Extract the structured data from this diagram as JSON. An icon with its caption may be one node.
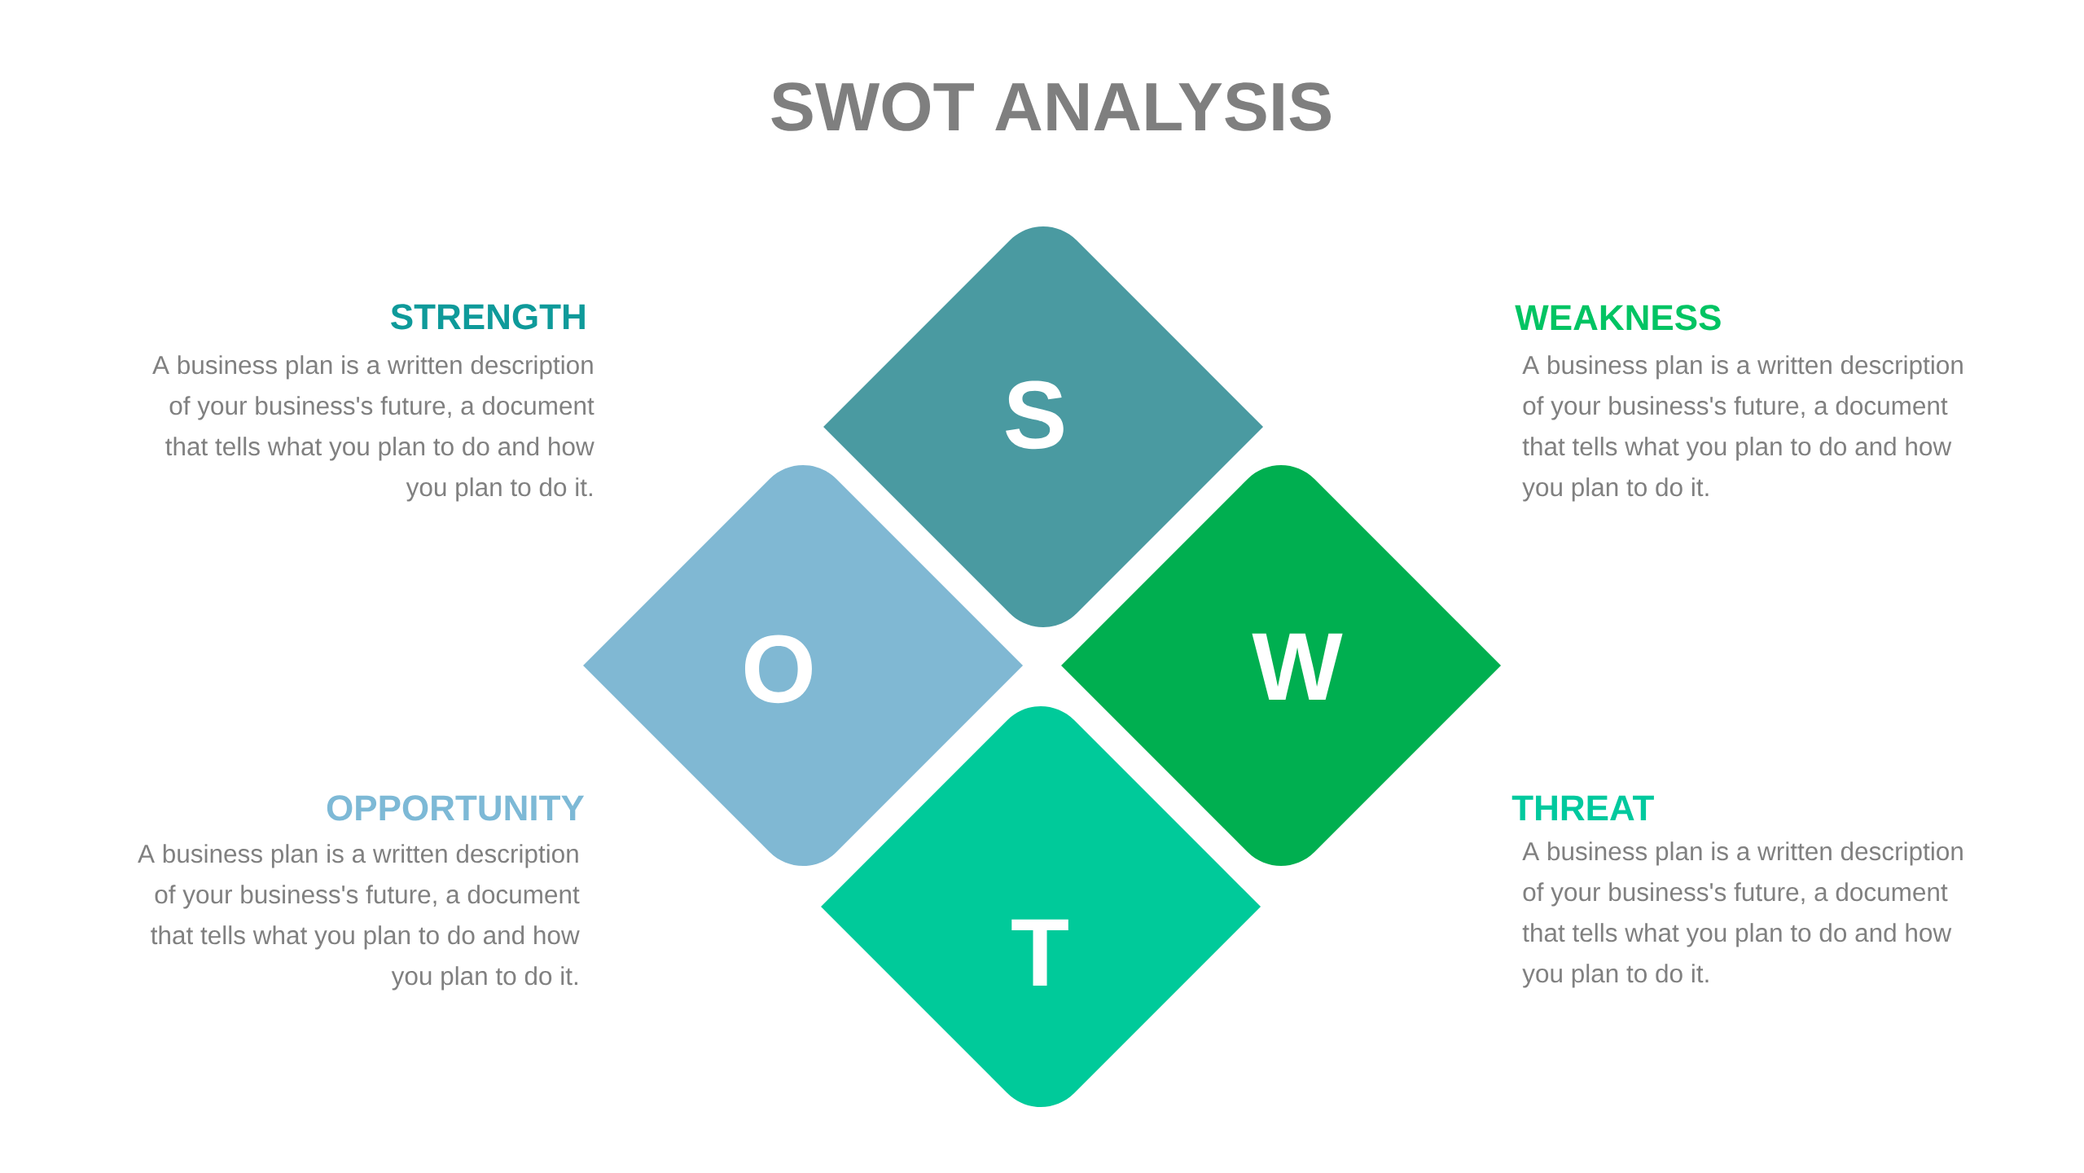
{
  "diagram": {
    "title": "SWOT ANALYSIS",
    "nodes": [
      {
        "text": [
          "S"
        ]
      },
      {
        "text": [
          "O"
        ]
      },
      {
        "text": [
          "W"
        ]
      },
      {
        "text": [
          "T"
        ]
      }
    ],
    "labels": [
      "STRENGTH",
      "A business plan is a written description of your business's future, a document that tells what you plan to do and how you plan to do it.",
      "WEAKNESS",
      "A business plan is a written description of your business's future, a document that tells what you plan to do and how you plan to do it.",
      "OPPORTUNITY",
      "A business plan is a written description of your business's future, a document that tells what you plan to do and how you plan to do it.",
      "THREAT",
      "A business plan is a written description of your business's future, a document that tells what you plan to do and how you plan to do it."
    ]
  }
}
